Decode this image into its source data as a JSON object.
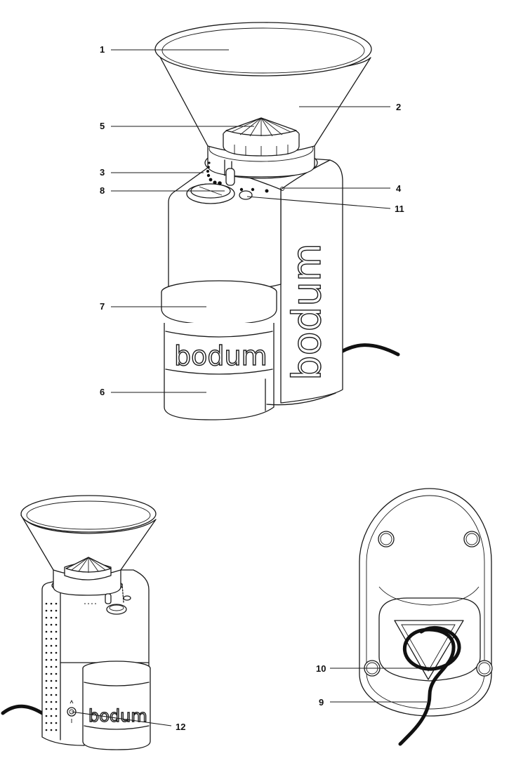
{
  "callouts": {
    "c1": "1",
    "c2": "2",
    "c3": "3",
    "c4": "4",
    "c5": "5",
    "c6": "6",
    "c7": "7",
    "c8": "8",
    "c9": "9",
    "c10": "10",
    "c11": "11",
    "c12": "12"
  },
  "branding": {
    "logo_text": "bodum"
  },
  "icons": [
    "grinder-front-illustration",
    "grinder-side-illustration",
    "grinder-bottom-illustration",
    "power-cord-icon"
  ],
  "colors": {
    "line": "#1a1a1a",
    "background": "#ffffff",
    "cord": "#111111"
  }
}
